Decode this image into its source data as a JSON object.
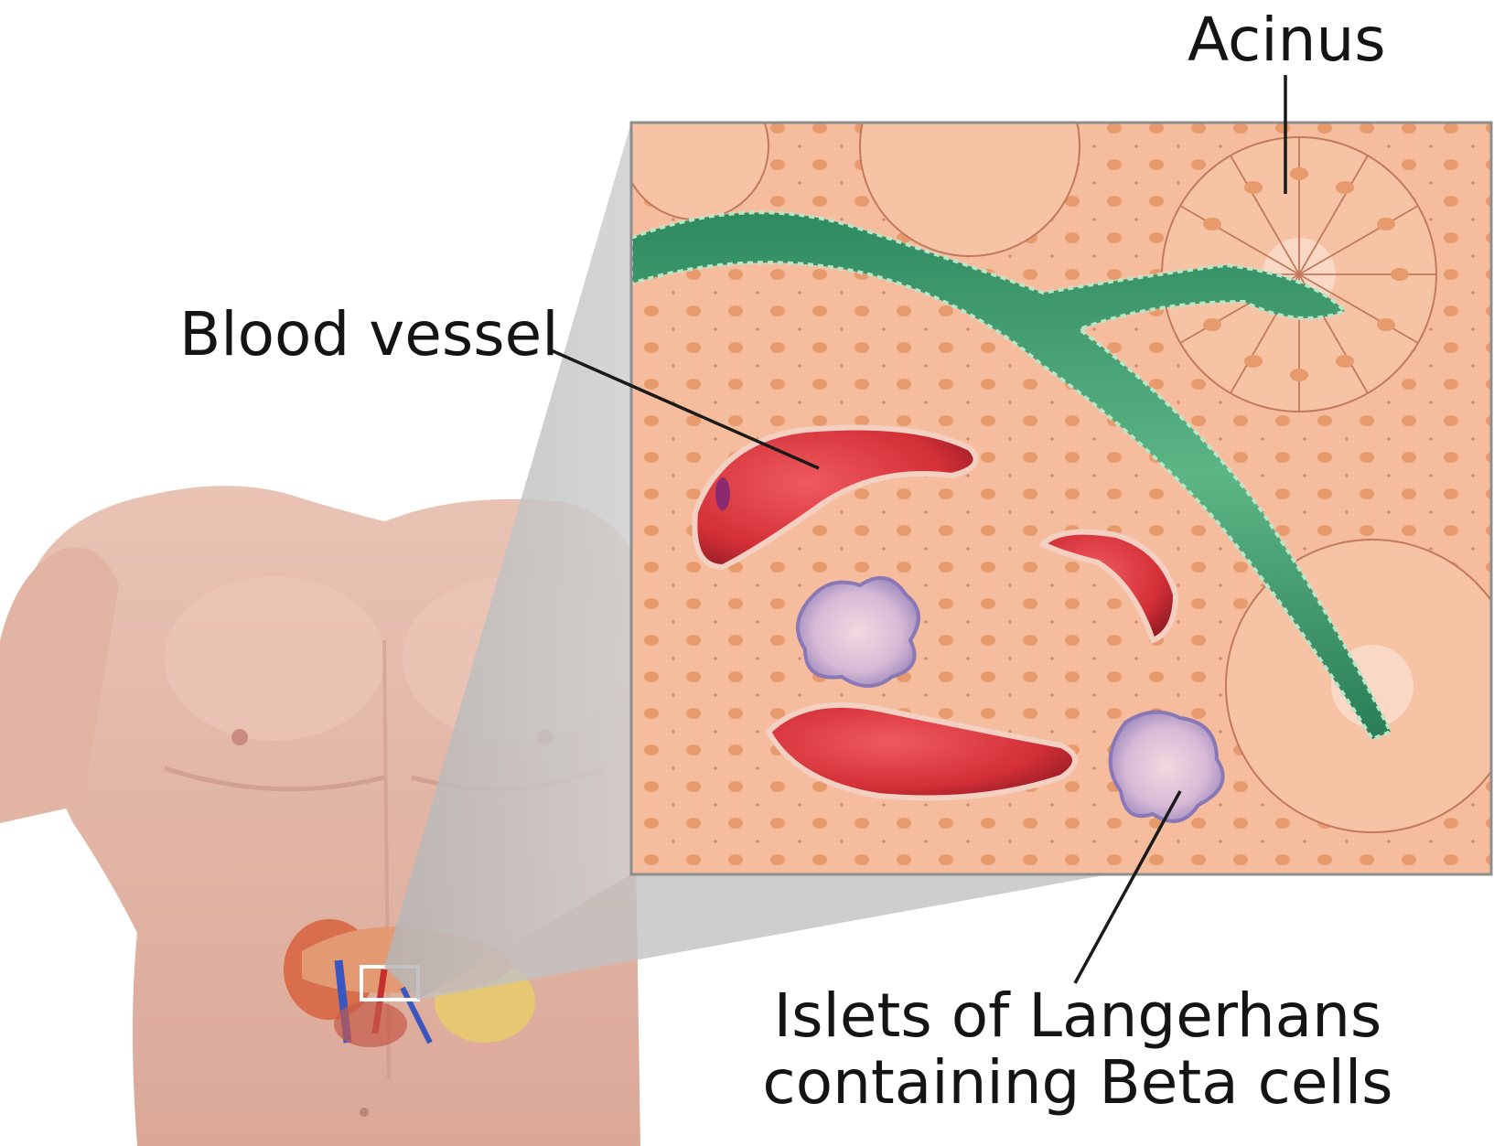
{
  "labels": {
    "acinus": "Acinus",
    "blood_vessel": "Blood vessel",
    "islets_line1": "Islets of Langerhans",
    "islets_line2": "containing Beta cells"
  },
  "colors": {
    "skin": "#e3b7a6",
    "skin_shadow": "#c99584",
    "tissue_background": "#f7d5c0",
    "cell_fill": "#f4b797",
    "cell_outline": "#c27a5c",
    "nucleus": "#e49769",
    "duct": "#3e9a6f",
    "duct_light": "#7fc59a",
    "blood_vessel": "#d8333c",
    "blood_vessel_dark": "#8c1b22",
    "islet": "#b9a6d6",
    "magnifier_beam": "#c9c9c9",
    "frame": "#888888",
    "text": "#141414"
  }
}
